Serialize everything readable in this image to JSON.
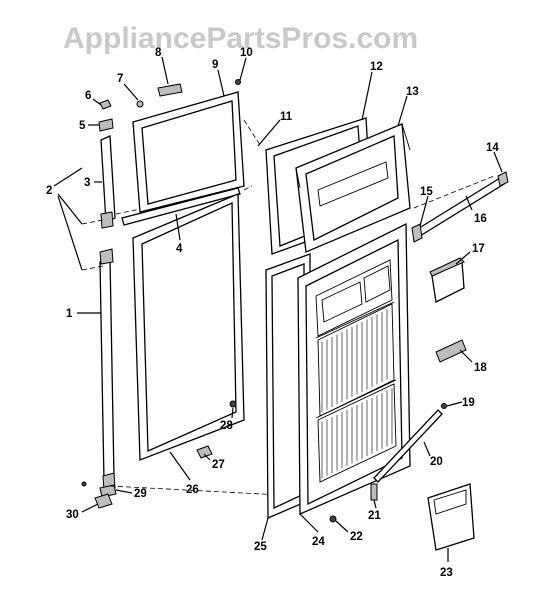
{
  "watermark": "AppliancePartsPros.com",
  "callouts": [
    "1",
    "2",
    "3",
    "4",
    "5",
    "6",
    "7",
    "8",
    "9",
    "10",
    "11",
    "12",
    "13",
    "14",
    "15",
    "16",
    "17",
    "18",
    "19",
    "20",
    "21",
    "22",
    "23",
    "24",
    "25",
    "26",
    "27",
    "28",
    "29",
    "30"
  ]
}
